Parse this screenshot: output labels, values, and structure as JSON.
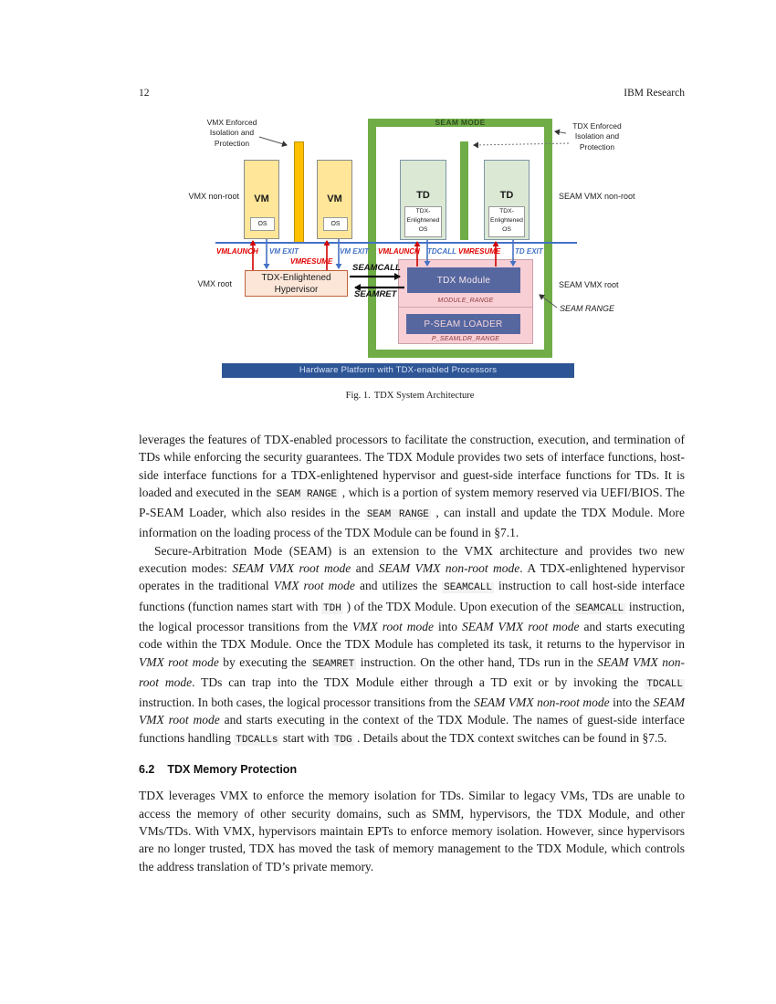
{
  "page": {
    "number": "12",
    "venue": "IBM Research"
  },
  "figure": {
    "caption": {
      "label": "Fig. 1.",
      "title": "TDX System Architecture"
    },
    "annotations": {
      "vmx_enforced": "VMX Enforced\nIsolation and\nProtection",
      "tdx_enforced": "TDX Enforced\nIsolation and\nProtection",
      "vmx_nonroot": "VMX non-root",
      "vmx_root": "VMX root",
      "seam_vmx_nonroot": "SEAM VMX non-root",
      "seam_vmx_root": "SEAM VMX root",
      "seam_range": "SEAM RANGE",
      "seam_mode": "SEAM MODE"
    },
    "boxes": {
      "vm": "VM",
      "os": "OS",
      "td": "TD",
      "td_os": "TDX-\nEnlightened\nOS",
      "hypervisor": "TDX-Enlightened\nHypervisor",
      "tdx_module": "TDX Module",
      "module_range": "MODULE_RANGE",
      "pseam_loader": "P-SEAM LOADER",
      "pseamldr_range": "P_SEAMLDR_RANGE",
      "hardware": "Hardware Platform with TDX-enabled Processors"
    },
    "transitions": {
      "vmlaunch1": "VMLAUNCH",
      "vmexit1": "VM EXIT",
      "vmresume1": "VMRESUME",
      "vmexit2": "VM EXIT",
      "vmlaunch2": "VMLAUNCH",
      "tdcall": "TDCALL",
      "vmresume2": "VMRESUME",
      "tdexit": "TD EXIT",
      "seamcall": "SEAMCALL",
      "seamret": "SEAMRET"
    },
    "colors": {
      "green": "#70AD47",
      "vm_yellow": "#FFE699",
      "orange_bar": "#FFC000",
      "td_green": "#DBE8D4",
      "pink": "#F9CFD6",
      "module_blue": "#5667A0",
      "hardware_blue": "#2E5696",
      "line_blue": "#4472C4",
      "red": "#E00000"
    }
  },
  "content": {
    "p1": [
      {
        "t": "leverages the features of TDX-enabled processors to facilitate the construction, execution, and termination of TDs while enforcing the security guarantees. The TDX Module provides two sets of interface functions, host-side interface functions for a TDX-enlightened hypervisor and guest-side interface functions for TDs. It is loaded and executed in the "
      },
      {
        "t": "SEAM RANGE",
        "s": "code"
      },
      {
        "t": " , which is a portion of system memory reserved via UEFI/BIOS. The P-SEAM Loader, which also resides in the "
      },
      {
        "t": "SEAM RANGE",
        "s": "code"
      },
      {
        "t": " , can install and update the TDX Module. More information on the loading process of the TDX Module can be found in §7.1."
      }
    ],
    "p2": [
      {
        "t": "Secure-Arbitration Mode (SEAM) is an extension to the VMX architecture and provides two new execution modes: "
      },
      {
        "t": "SEAM VMX root mode",
        "s": "it"
      },
      {
        "t": " and "
      },
      {
        "t": "SEAM VMX non-root mode",
        "s": "it"
      },
      {
        "t": ". A TDX-enlightened hypervisor operates in the traditional "
      },
      {
        "t": "VMX root mode",
        "s": "it"
      },
      {
        "t": " and utilizes the "
      },
      {
        "t": "SEAMCALL",
        "s": "code"
      },
      {
        "t": " instruction to call host-side interface functions (function names start with "
      },
      {
        "t": "TDH",
        "s": "code"
      },
      {
        "t": " ) of the TDX Module. Upon execution of the "
      },
      {
        "t": "SEAMCALL",
        "s": "code"
      },
      {
        "t": " instruction, the logical processor transitions from the "
      },
      {
        "t": "VMX root mode",
        "s": "it"
      },
      {
        "t": " into "
      },
      {
        "t": "SEAM VMX root mode",
        "s": "it"
      },
      {
        "t": " and starts executing code within the TDX Module. Once the TDX Module has completed its task, it returns to the hypervisor in "
      },
      {
        "t": "VMX root mode",
        "s": "it"
      },
      {
        "t": " by executing the "
      },
      {
        "t": "SEAMRET",
        "s": "code"
      },
      {
        "t": " instruction. On the other hand, TDs run in the "
      },
      {
        "t": "SEAM VMX non-root mode",
        "s": "it"
      },
      {
        "t": ". TDs can trap into the TDX Module either through a TD exit or by invoking the "
      },
      {
        "t": "TDCALL",
        "s": "code"
      },
      {
        "t": " instruction. In both cases, the logical processor transitions from the "
      },
      {
        "t": "SEAM VMX non-root mode",
        "s": "it"
      },
      {
        "t": " into the "
      },
      {
        "t": "SEAM VMX root mode",
        "s": "it"
      },
      {
        "t": " and starts executing in the context of the TDX Module. The names of guest-side interface functions handling "
      },
      {
        "t": "TDCALLs",
        "s": "code"
      },
      {
        "t": " start with "
      },
      {
        "t": "TDG",
        "s": "code"
      },
      {
        "t": " . Details about the TDX context switches can be found in §7.5."
      }
    ],
    "heading": {
      "number": "6.2",
      "title": "TDX Memory Protection"
    },
    "p3": [
      {
        "t": "TDX leverages VMX to enforce the memory isolation for TDs. Similar to legacy VMs, TDs are unable to access the memory of other security domains, such as SMM, hypervisors, the TDX Module, and other VMs/TDs. With VMX, hypervisors maintain EPTs to enforce memory isolation. However, since hypervisors are no longer trusted, TDX has moved the task of memory management to the TDX Module, which controls the address translation of TD’s private memory."
      }
    ]
  }
}
